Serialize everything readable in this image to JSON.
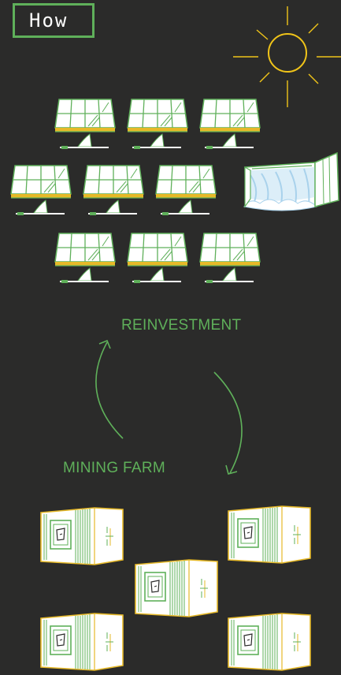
{
  "title_box": {
    "label": "How"
  },
  "cycle": {
    "reinvestment_label": "REINVESTMENT",
    "mining_label": "MINING FARM"
  },
  "colors": {
    "background": "#2b2b2a",
    "accent_green": "#5fb05a",
    "panel_yellow": "#e6b928",
    "outline_yellow": "#f0c419"
  },
  "icons": [
    "sun-icon",
    "solar-panel-icon",
    "hydro-dam-icon",
    "cycle-arrow-icon",
    "container-icon"
  ]
}
